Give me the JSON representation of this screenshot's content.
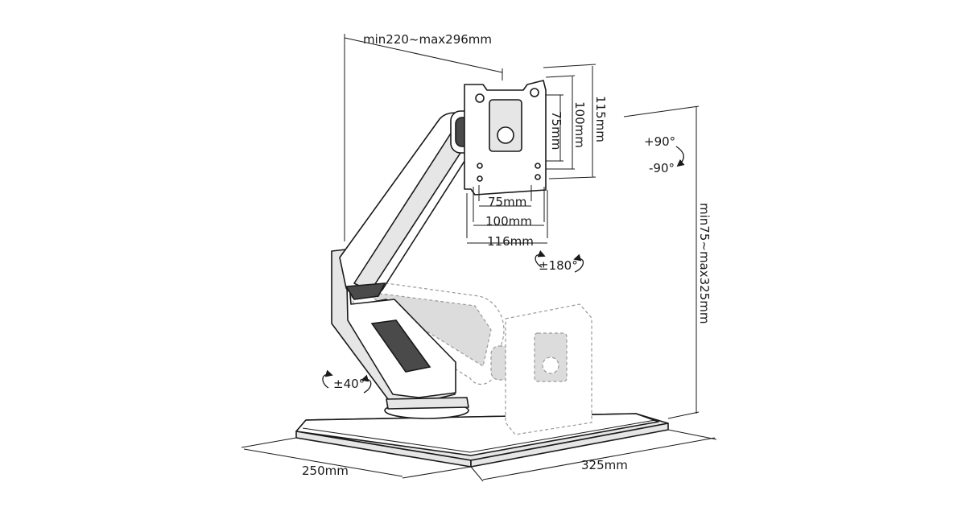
{
  "dimensions": {
    "arm_reach": "min220~max296mm",
    "vesa_h75": "75mm",
    "vesa_h100": "100mm",
    "plate_h": "116mm",
    "vesa_v75": "75mm",
    "vesa_v100": "100mm",
    "plate_v": "115mm",
    "height_range": "min75~max325mm",
    "base_depth": "250mm",
    "base_width": "325mm"
  },
  "rotations": {
    "tilt_up": "+90°",
    "tilt_down": "-90°",
    "swivel": "±180°",
    "base_swivel": "±40°"
  }
}
